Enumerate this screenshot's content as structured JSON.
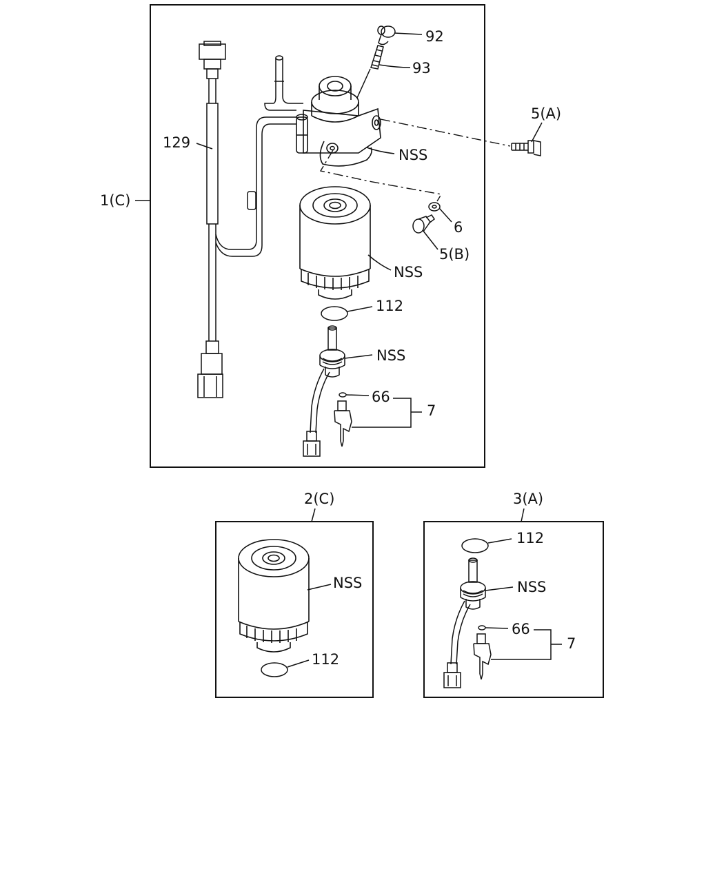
{
  "main_assembly": {
    "label": "1(C)",
    "callouts": {
      "c92": "92",
      "c93": "93",
      "c5a": "5(A)",
      "c129": "129",
      "c_nss_head": "NSS",
      "c6": "6",
      "c5b": "5(B)",
      "c_nss_filter": "NSS",
      "c112": "112",
      "c_nss_sensor": "NSS",
      "c66": "66",
      "c7": "7"
    }
  },
  "filter_kit": {
    "label": "2(C)",
    "callouts": {
      "c_nss": "NSS",
      "c112": "112"
    }
  },
  "sensor_kit": {
    "label": "3(A)",
    "callouts": {
      "c112": "112",
      "c_nss": "NSS",
      "c66": "66",
      "c7": "7"
    }
  },
  "colors": {
    "line": "#111111",
    "background": "#ffffff"
  }
}
